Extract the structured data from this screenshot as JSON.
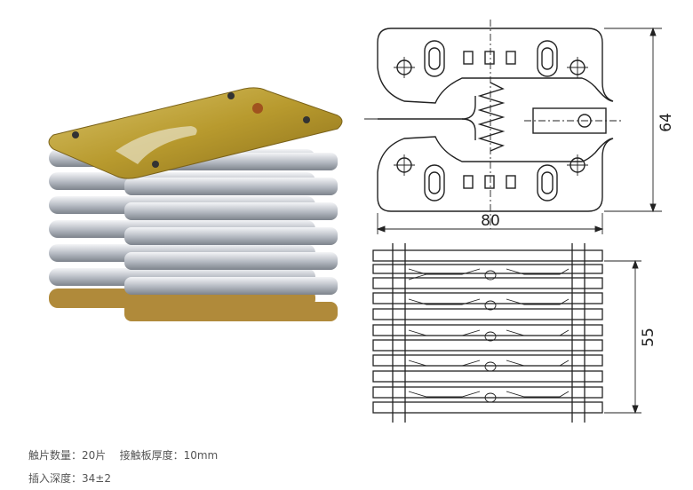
{
  "product_photo": {
    "icon": "contact-finger-assembly-photo"
  },
  "front_view": {
    "dimensions": {
      "width": "80",
      "height": "64"
    }
  },
  "side_view": {
    "dimensions": {
      "height": "55"
    }
  },
  "specs": [
    {
      "label": "触片数量：",
      "value": "20片",
      "label2": "接触板厚度：",
      "value2": "10mm"
    },
    {
      "label": "插入深度：",
      "value": "34±2"
    }
  ]
}
